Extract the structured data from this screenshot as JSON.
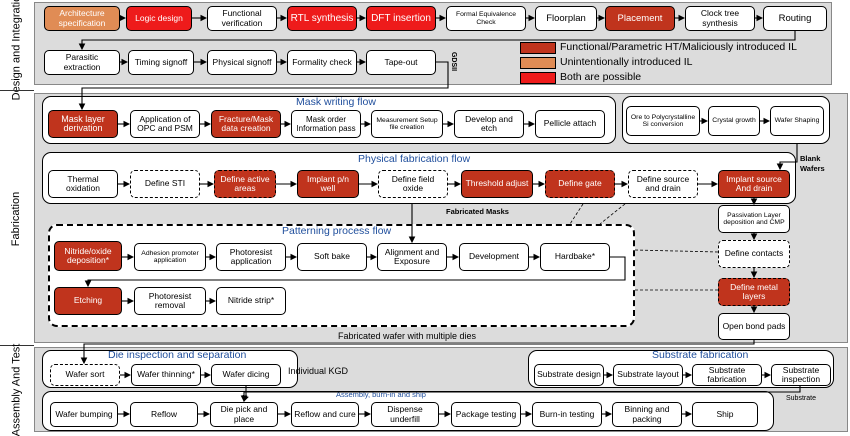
{
  "phases": {
    "design": "Design and Integration",
    "fabrication": "Fabrication",
    "assembly": "Assembly And Test"
  },
  "design_boxes": [
    "Architecture specification",
    "Logic design",
    "Functional verification",
    "RTL synthesis",
    "DFT insertion",
    "Formal Equivalence Check",
    "Floorplan",
    "Placement",
    "Clock tree synthesis",
    "Routing",
    "Parasitic extraction",
    "Timing signoff",
    "Physical signoff",
    "Formality check",
    "Tape-out"
  ],
  "gdsii_label": "GDSII",
  "legend": [
    {
      "text": "Functional/Parametric HT/Maliciously introduced IL",
      "color": "#c0341d"
    },
    {
      "text": "Unintentionally introduced IL",
      "color": "#e08c55"
    },
    {
      "text": "Both are possible",
      "color": "#ee1b1b"
    }
  ],
  "mask_flow": {
    "title": "Mask writing flow",
    "boxes": [
      "Mask layer derivation",
      "Application of OPC and PSM",
      "Fracture/Mask data creation",
      "Mask order Information pass",
      "Measurement Setup file creation",
      "Develop and etch",
      "Pellicle attach"
    ]
  },
  "wafer_flow": {
    "boxes": [
      "Ore to Polycrystalline Si conversion",
      "Crystal growth",
      "Wafer Shaping"
    ],
    "label": "Blank Wafers"
  },
  "physical_flow": {
    "title": "Physical fabrication flow",
    "boxes": [
      "Thermal oxidation",
      "Define STI",
      "Define active areas",
      "Implant p/n well",
      "Define field oxide",
      "Threshold adjust",
      "Define gate",
      "Define source and drain",
      "Implant source And drain",
      "Passivation Layer deposition and CMP",
      "Define contacts",
      "Define metal layers",
      "Open bond pads"
    ]
  },
  "fabricated_masks_label": "Fabricated Masks",
  "patterning_flow": {
    "title": "Patterning process flow",
    "boxes": [
      "Nitride/oxide deposition*",
      "Adhesion promoter application",
      "Photoresist application",
      "Soft bake",
      "Alignment and Exposure",
      "Development",
      "Hardbake*",
      "Etching",
      "Photoresist removal",
      "Nitride strip*"
    ]
  },
  "fabricated_wafer_label": "Fabricated wafer with multiple dies",
  "die_flow": {
    "title": "Die inspection and separation",
    "boxes": [
      "Wafer sort",
      "Wafer thinning*",
      "Wafer dicing"
    ],
    "label": "Individual KGD"
  },
  "substrate_flow": {
    "title": "Substrate fabrication",
    "boxes": [
      "Substrate design",
      "Substrate layout",
      "Substrate fabrication",
      "Substrate inspection"
    ],
    "label": "Substrate"
  },
  "assembly_flow": {
    "title": "Assembly, burn-in and ship",
    "boxes": [
      "Wafer bumping",
      "Reflow",
      "Die pick and place",
      "Reflow and cure",
      "Dispense underfill",
      "Package testing",
      "Burn-in testing",
      "Binning and packing",
      "Ship"
    ]
  }
}
